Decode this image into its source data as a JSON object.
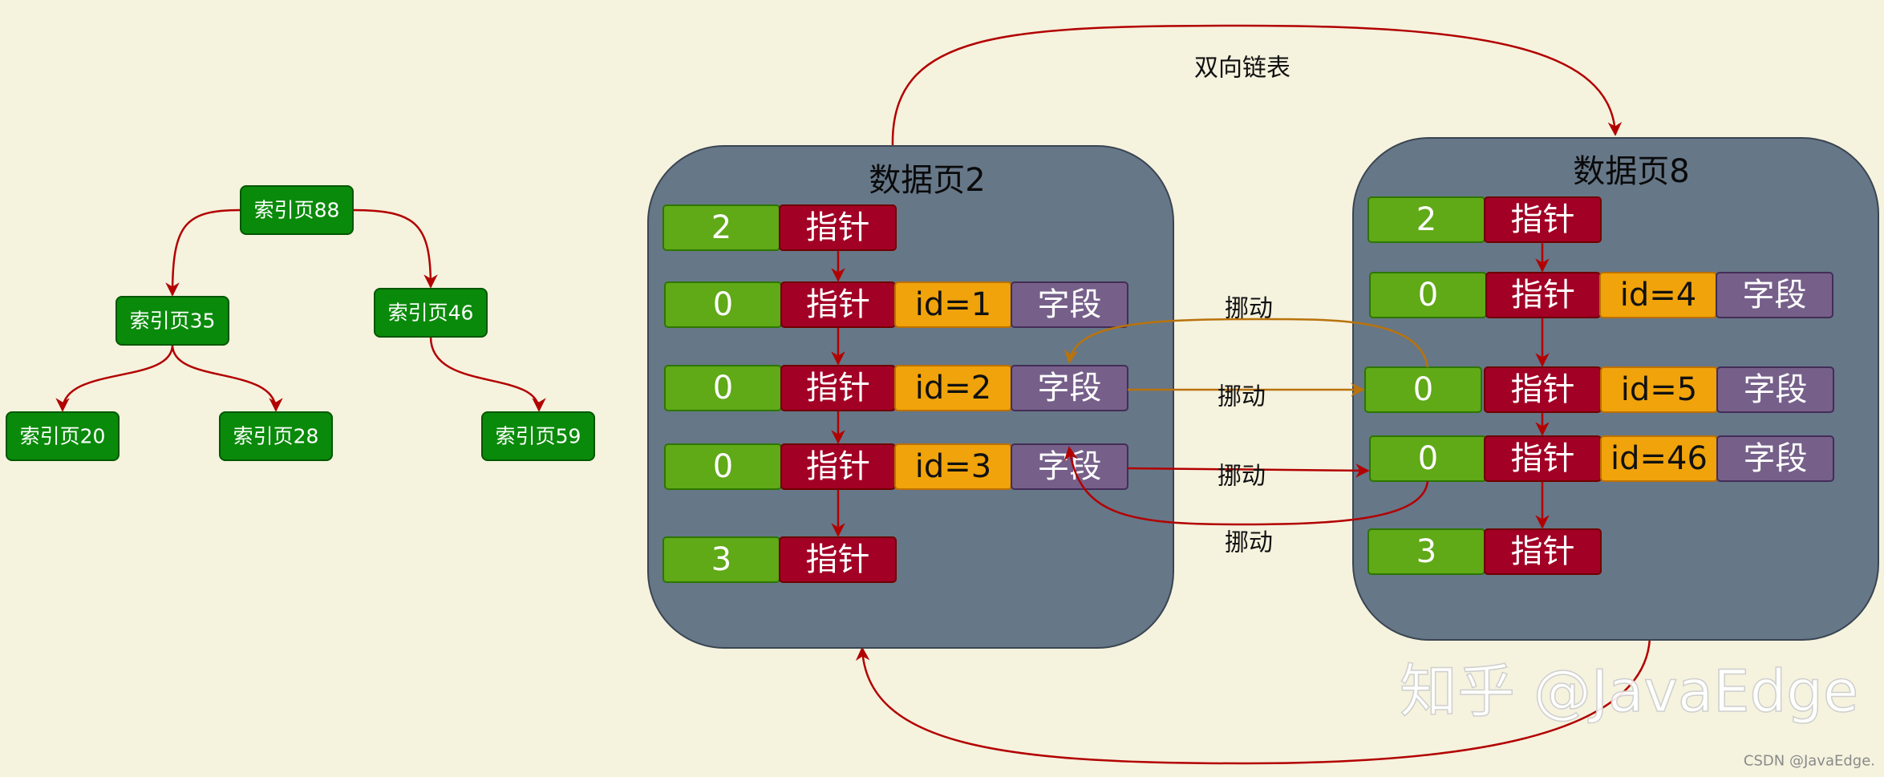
{
  "index_tree": {
    "root": "索引页88",
    "level1": [
      "索引页35",
      "索引页46"
    ],
    "leaves": [
      "索引页20",
      "索引页28",
      "索引页59"
    ]
  },
  "link_label": "双向链表",
  "page2": {
    "title": "数据页2",
    "header": [
      "2",
      "指针"
    ],
    "rows": [
      [
        "0",
        "指针",
        "id=1",
        "字段"
      ],
      [
        "0",
        "指针",
        "id=2",
        "字段"
      ],
      [
        "0",
        "指针",
        "id=3",
        "字段"
      ]
    ],
    "footer": [
      "3",
      "指针"
    ]
  },
  "page8": {
    "title": "数据页8",
    "header": [
      "2",
      "指针"
    ],
    "rows": [
      [
        "0",
        "指针",
        "id=4",
        "字段"
      ],
      [
        "0",
        "指针",
        "id=5",
        "字段"
      ],
      [
        "0",
        "指针",
        "id=46",
        "字段"
      ]
    ],
    "footer": [
      "3",
      "指针"
    ]
  },
  "move_labels": [
    "挪动",
    "挪动",
    "挪动",
    "挪动"
  ],
  "watermark": "知乎 @JavaEdge",
  "credit": "CSDN @JavaEdge.",
  "colors": {
    "background": "#f5f2de",
    "index_node": "#0a8a0a",
    "page_box": "#667788",
    "cell_green": "#60a917",
    "cell_red": "#a20025",
    "cell_orange": "#f0a30a",
    "cell_purple": "#76608a",
    "arrow_red": "#b20000",
    "arrow_orange": "#b9730b"
  }
}
